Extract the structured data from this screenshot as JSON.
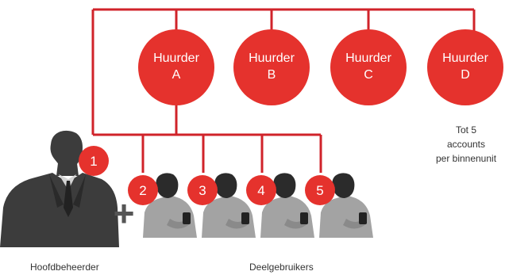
{
  "colors": {
    "accent": "#e5322d",
    "line": "#d0232a",
    "admin": "#3c3c3c",
    "subuser": "#9e9e9e",
    "text": "#333333"
  },
  "tenants": [
    {
      "word": "Huurder",
      "letter": "A"
    },
    {
      "word": "Huurder",
      "letter": "B"
    },
    {
      "word": "Huurder",
      "letter": "C"
    },
    {
      "word": "Huurder",
      "letter": "D"
    }
  ],
  "badges": [
    "1",
    "2",
    "3",
    "4",
    "5"
  ],
  "plus_sign": "+",
  "note": {
    "line1": "Tot 5",
    "line2": "accounts",
    "line3": "per binnenunit"
  },
  "labels": {
    "main_admin": "Hoofdbeheerder",
    "sub_users": "Deelgebruikers"
  },
  "icons": {
    "main_admin": "businessman-silhouette-icon",
    "sub_user": "user-with-phone-icon"
  }
}
